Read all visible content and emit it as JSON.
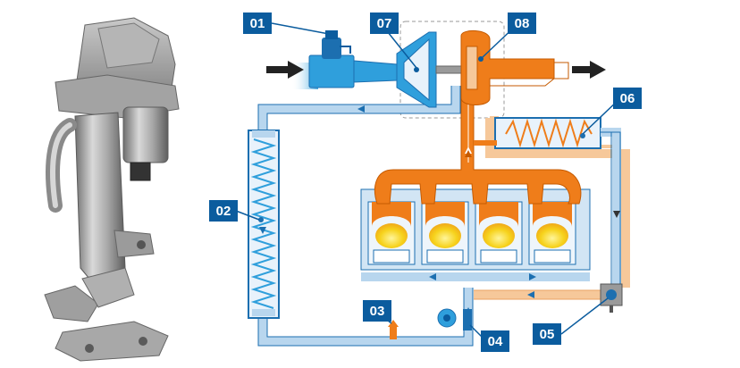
{
  "colors": {
    "intake_blue": "#2f9fdc",
    "coolant_light": "#b8d6ee",
    "coolant_outline": "#1c6fb0",
    "exhaust_orange": "#ef7d1a",
    "exhaust_light": "#f6c89a",
    "label_box": "#0b5c9e",
    "combustion_yellow": "#f6d21b",
    "metal_grey": "#9a9a9a"
  },
  "labels": [
    {
      "id": "01",
      "text": "01"
    },
    {
      "id": "02",
      "text": "02"
    },
    {
      "id": "03",
      "text": "03"
    },
    {
      "id": "04",
      "text": "04"
    },
    {
      "id": "05",
      "text": "05"
    },
    {
      "id": "06",
      "text": "06"
    },
    {
      "id": "07",
      "text": "07"
    },
    {
      "id": "08",
      "text": "08"
    }
  ],
  "photo": {
    "subject": "egr-cooler-module"
  },
  "flows": {
    "intake": "air-intake-flow",
    "exhaust": "exhaust-outflow"
  }
}
